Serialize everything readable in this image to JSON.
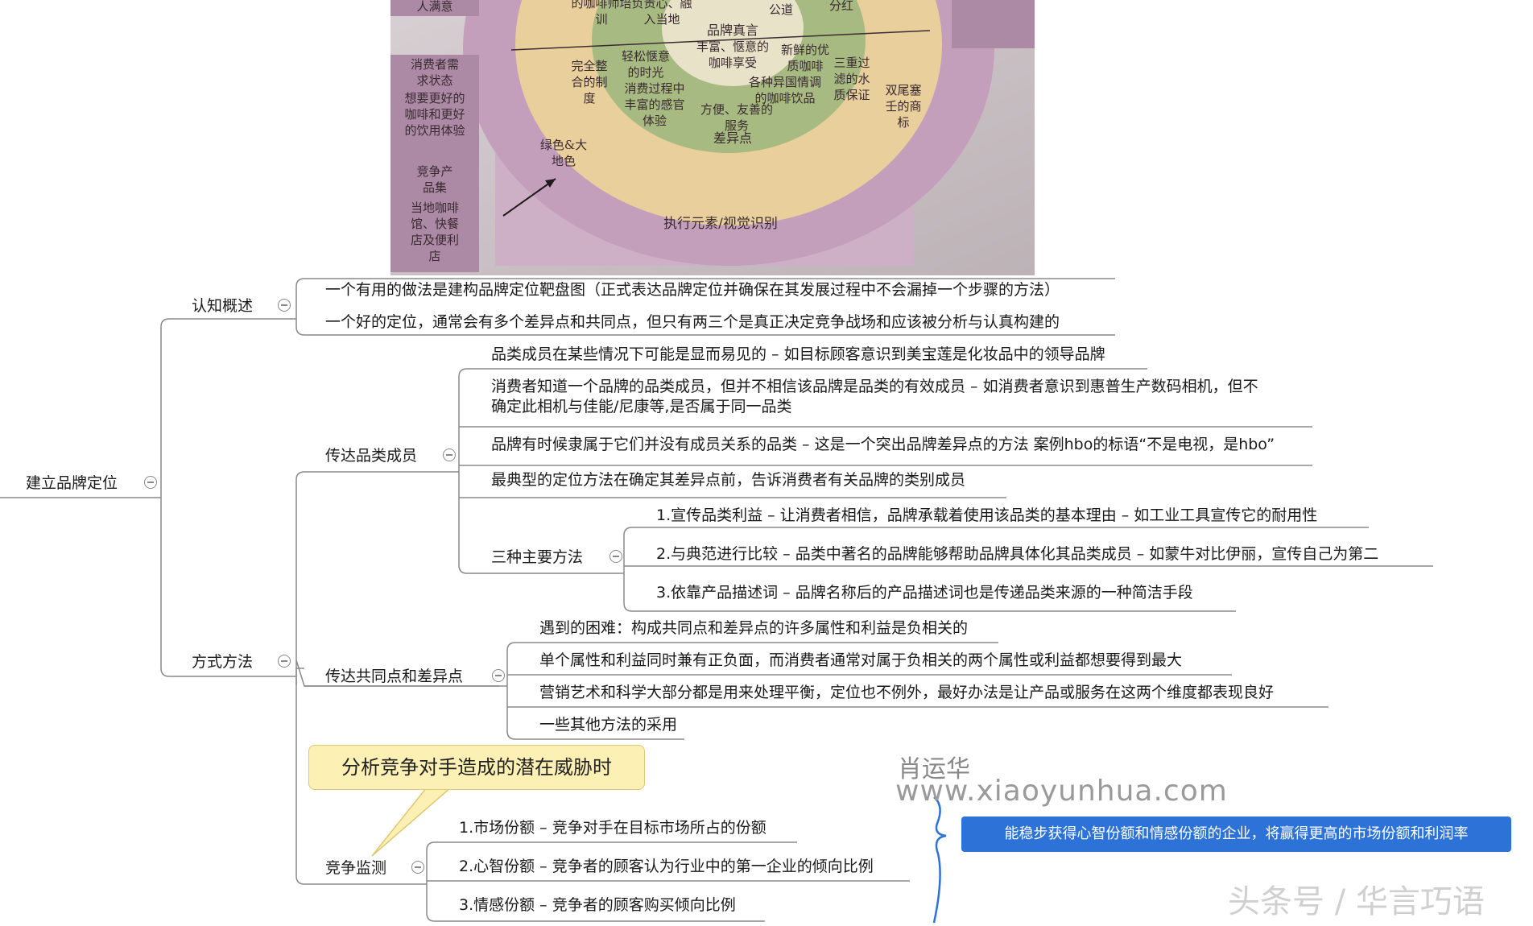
{
  "photo": {
    "labels": {
      "top_left_box": "人满意",
      "consumer_state_title": "消费者需求状态",
      "consumer_state_body": "想要更好的咖啡和更好的饮用体验",
      "competitor_title": "竞争产品集",
      "competitor_body": "当地咖啡馆、快餐店及便利店",
      "ring_training": "的咖啡师培训",
      "ring_responsible": "负责心、融入当地",
      "ring_public": "公道",
      "ring_dividend": "分红",
      "core_title": "品牌真言",
      "core_body": "丰富、惬意的咖啡享受",
      "relax": "轻松惬意的时光",
      "fresh": "新鲜的优质咖啡",
      "system": "完全整合的制度",
      "experience": "消费过程中丰富的感官体验",
      "flavors": "各种异国情调的咖啡饮品",
      "filter": "三重过滤的水质保证",
      "logo": "双尾塞壬的商标",
      "service": "方便、友善的服务",
      "diff": "差异点",
      "green": "绿色&大地色",
      "exec": "执行元素/视觉识别"
    }
  },
  "mindmap": {
    "root": "建立品牌定位",
    "branches": [
      {
        "label": "认知概述",
        "children": [
          "一个有用的做法是建构品牌定位靶盘图（正式表达品牌定位并确保在其发展过程中不会漏掉一个步骤的方法）",
          "一个好的定位，通常会有多个差异点和共同点，但只有两三个是真正决定竞争战场和应该被分析与认真构建的"
        ]
      },
      {
        "label": "方式方法",
        "children": [
          {
            "label": "传达品类成员",
            "items": [
              "品类成员在某些情况下可能是显而易见的 – 如目标顾客意识到美宝莲是化妆品中的领导品牌",
              "消费者知道一个品牌的品类成员，但并不相信该品牌是品类的有效成员 – 如消费者意识到惠普生产数码相机，但不",
              "确定此相机与佳能/尼康等,是否属于同一品类",
              "品牌有时候隶属于它们并没有成员关系的品类 – 这是一个突出品牌差异点的方法 案例hbo的标语“不是电视，是hbo”",
              "最典型的定位方法在确定其差异点前，告诉消费者有关品牌的类别成员"
            ],
            "sub": {
              "label": "三种主要方法",
              "items": [
                "1.宣传品类利益 – 让消费者相信，品牌承载着使用该品类的基本理由 – 如工业工具宣传它的耐用性",
                "2.与典范进行比较 – 品类中著名的品牌能够帮助品牌具体化其品类成员 – 如蒙牛对比伊丽，宣传自己为第二",
                "3.依靠产品描述词 – 品牌名称后的产品描述词也是传递品类来源的一种简洁手段"
              ]
            }
          },
          {
            "label": "传达共同点和差异点",
            "items": [
              "遇到的困难：构成共同点和差异点的许多属性和利益是负相关的",
              "单个属性和利益同时兼有正负面，而消费者通常对属于负相关的两个属性或利益都想要得到最大",
              "营销艺术和科学大部分都是用来处理平衡，定位也不例外，最好办法是让产品或服务在这两个维度都表现良好",
              "一些其他方法的采用"
            ]
          },
          {
            "label": "竞争监测",
            "callout": "分析竞争对手造成的潜在威胁时",
            "items": [
              "1.市场份额 – 竞争对手在目标市场所占的份额",
              "2.心智份额 – 竞争者的顾客认为行业中的第一企业的倾向比例",
              "3.情感份额 – 竞争者的顾客购买倾向比例"
            ]
          }
        ]
      }
    ],
    "summary": "能稳步获得心智份额和情感份额的企业，将赢得更高的市场份额和利润率"
  },
  "watermark": {
    "name": "肖运华",
    "url": "www.xiaoyunhua.com",
    "brand": "头条号 / 华言巧语"
  },
  "colors": {
    "line": "#8a8a8a",
    "callout_bg": "#fcf0b4",
    "summary_bg": "#2d72d6"
  }
}
